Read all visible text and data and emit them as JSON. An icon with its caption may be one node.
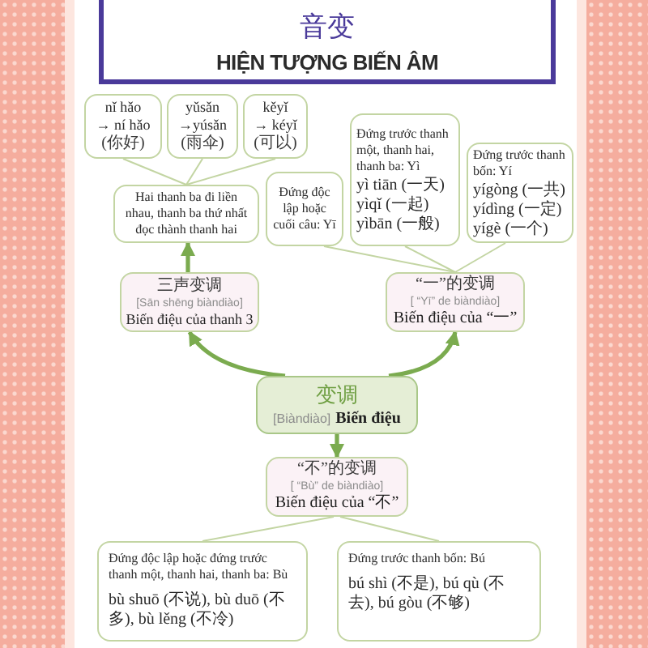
{
  "diagram": {
    "nodes": [
      {
        "text": [
          "音变",
          "HIỆN TƯỢNG BIẾN ÂM"
        ]
      },
      {
        "text": [
          "nǐ hǎo",
          "→ ní hǎo",
          "(你好)"
        ]
      },
      {
        "text": [
          "yǔsǎn",
          "→yúsǎn",
          "(雨伞)"
        ]
      },
      {
        "text": [
          "kěyǐ",
          "→ kéyǐ",
          "(可以)"
        ]
      },
      {
        "text": [
          "Hai thanh ba đi liền nhau, thanh ba thứ nhất đọc thành thanh hai"
        ]
      },
      {
        "text": [
          "Đứng độc lập hoặc cuối câu: Yī"
        ]
      },
      {
        "text": [
          "Đứng trước thanh một, thanh hai, thanh ba: Yì",
          "yì tiān (一天)",
          "yìqǐ (一起)",
          "yìbān (一般)"
        ]
      },
      {
        "text": [
          "Đứng trước thanh bốn: Yí",
          "yígòng (一共)",
          "yídìng (一定)",
          "yígè (一个)"
        ]
      },
      {
        "text": [
          "三声变调",
          "[Sān shēng biàndiào]",
          "Biến điệu của thanh 3"
        ]
      },
      {
        "text": [
          "“一”的变调",
          "[ “Yī” de biàndiào]",
          "Biến điệu của “一”"
        ]
      },
      {
        "text": [
          "变调",
          "[Biàndiào]",
          "Biến điệu"
        ]
      },
      {
        "text": [
          "“不”的变调",
          "[ “Bù” de biàndiào]",
          "Biến điệu của “不”"
        ]
      },
      {
        "text": [
          "Đứng độc lập hoặc đứng trước thanh một, thanh hai, thanh ba: Bù",
          "bù shuō (不说), bù duō (不多), bù lěng (不冷)"
        ]
      },
      {
        "text": [
          "Đứng trước thanh bốn: Bú",
          "bú shì (不是), bú qù (不去), bú gòu (不够)"
        ]
      }
    ],
    "edges": [
      {
        "from": 1,
        "to": 4,
        "arrow": "none"
      },
      {
        "from": 2,
        "to": 4,
        "arrow": "none"
      },
      {
        "from": 3,
        "to": 4,
        "arrow": "none"
      },
      {
        "from": 8,
        "to": 4,
        "arrow": "to",
        "style": "thick",
        "color": "#7bab4f"
      },
      {
        "from": 5,
        "to": 9,
        "arrow": "none"
      },
      {
        "from": 6,
        "to": 9,
        "arrow": "none"
      },
      {
        "from": 7,
        "to": 9,
        "arrow": "none"
      },
      {
        "from": 10,
        "to": 8,
        "arrow": "to",
        "style": "thick",
        "color": "#7bab4f"
      },
      {
        "from": 10,
        "to": 9,
        "arrow": "to",
        "style": "thick",
        "color": "#7bab4f"
      },
      {
        "from": 10,
        "to": 11,
        "arrow": "to",
        "style": "thick",
        "color": "#7bab4f"
      },
      {
        "from": 11,
        "to": 12,
        "arrow": "none"
      },
      {
        "from": 11,
        "to": 13,
        "arrow": "none"
      }
    ]
  }
}
